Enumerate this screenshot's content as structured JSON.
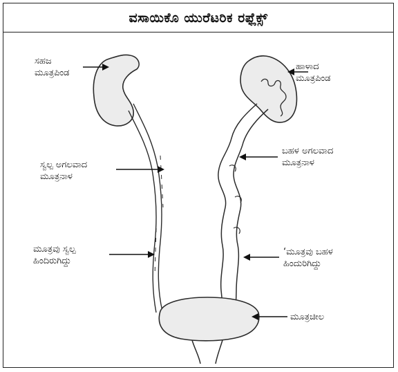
{
  "title": "ವಸಾಯಿಕೊ ಯುರೆಟರಿಕ ರಫ್ಲೆಕ್ಸ್",
  "labels": {
    "normal_kidney": [
      "ಸಹಜ",
      "ಮೂತ್ರಪಿಂಡ"
    ],
    "damaged_kidney": [
      "ಹಾಳಾದ",
      "ಮೂತ್ರಪಿಂಡ"
    ],
    "slightly_wide_ureter": [
      "ಸ್ವಲ್ಪ ಅಗಲವಾದ",
      "ಮೂತ್ರನಾಳ"
    ],
    "very_wide_ureter": [
      "ಬಹಳ ಅಗಲವಾದ",
      "ಮೂತ್ರನಾಳ"
    ],
    "slight_reflux": [
      "ಮೂತ್ರವು ಸ್ವಲ್ಪ",
      "ಹಿಂದಿರುಗಿದ್ದು"
    ],
    "heavy_reflux": [
      "‘ಮೂತ್ರವು ಬಹಳ",
      "ಹಿಂದುರಿಗಿದ್ದು"
    ],
    "bladder": [
      "ಮೂತ್ರಚೀಲ"
    ]
  },
  "colors": {
    "organ_fill": "#ececec",
    "stroke": "#2a2a2a"
  }
}
